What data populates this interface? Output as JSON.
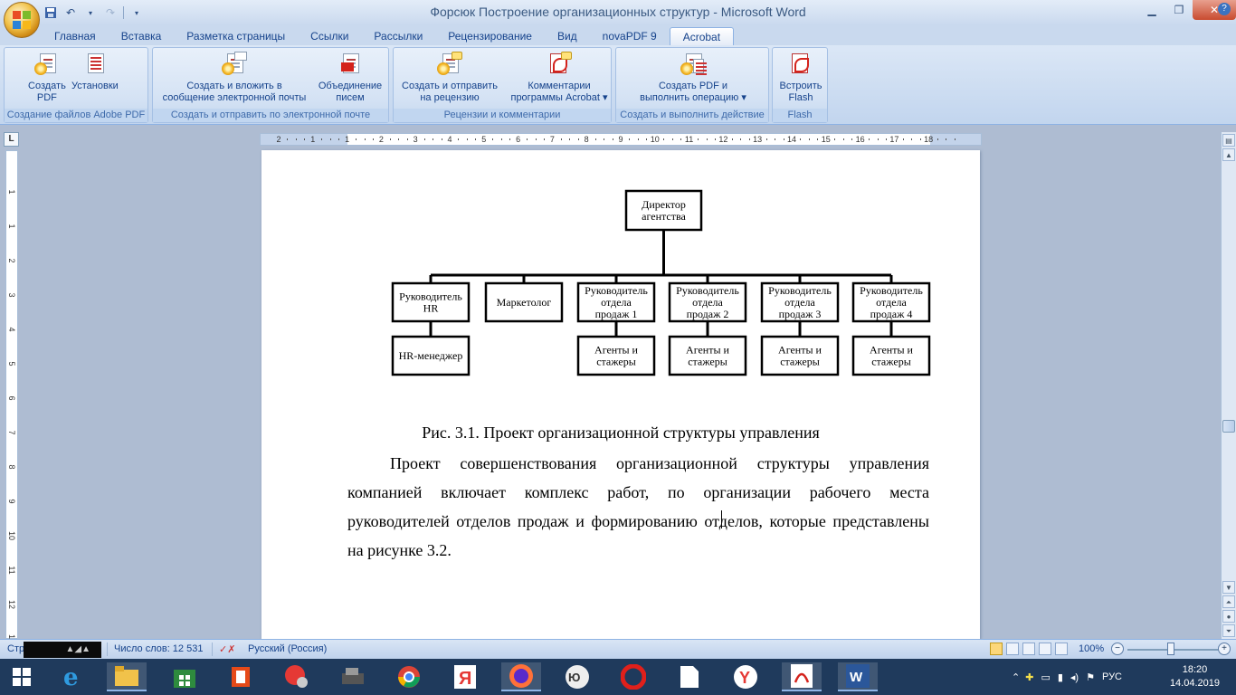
{
  "window": {
    "title": "Форсюк Построение организационных структур - Microsoft Word"
  },
  "tabs": [
    "Главная",
    "Вставка",
    "Разметка страницы",
    "Ссылки",
    "Рассылки",
    "Рецензирование",
    "Вид",
    "novaPDF 9",
    "Acrobat"
  ],
  "active_tab": "Acrobat",
  "ribbon": {
    "groups": [
      {
        "label": "Создание файлов Adobe PDF",
        "buttons": [
          {
            "line1": "Создать",
            "line2": "PDF"
          },
          {
            "line1": "Установки",
            "line2": ""
          }
        ]
      },
      {
        "label": "Создать и отправить по электронной почте",
        "buttons": [
          {
            "line1": "Создать и вложить в",
            "line2": "сообщение электронной почты"
          },
          {
            "line1": "Объединение",
            "line2": "писем"
          }
        ]
      },
      {
        "label": "Рецензии и комментарии",
        "buttons": [
          {
            "line1": "Создать и отправить",
            "line2": "на рецензию"
          },
          {
            "line1": "Комментарии",
            "line2": "программы Acrobat ▾"
          }
        ]
      },
      {
        "label": "Создать и выполнить действие",
        "buttons": [
          {
            "line1": "Создать PDF и",
            "line2": "выполнить операцию ▾"
          }
        ]
      },
      {
        "label": "Flash",
        "buttons": [
          {
            "line1": "Встроить",
            "line2": "Flash"
          }
        ]
      }
    ]
  },
  "ruler": {
    "ticks": [
      "2",
      "1",
      "1",
      "2",
      "3",
      "4",
      "5",
      "6",
      "7",
      "8",
      "9",
      "10",
      "11",
      "12",
      "13",
      "14",
      "15",
      "16",
      "17",
      "18"
    ],
    "corner": "L",
    "vticks": [
      "1",
      "1",
      "2",
      "3",
      "4",
      "5",
      "6",
      "7",
      "8",
      "9",
      "10",
      "11",
      "12",
      "13"
    ]
  },
  "document": {
    "org_chart": {
      "director": [
        "Директор",
        "агентства"
      ],
      "level2": [
        [
          "Руководитель",
          "HR"
        ],
        [
          "Маркетолог"
        ],
        [
          "Руководитель",
          "отдела",
          "продаж 1"
        ],
        [
          "Руководитель",
          "отдела",
          "продаж 2"
        ],
        [
          "Руководитель",
          "отдела",
          "продаж 3"
        ],
        [
          "Руководитель",
          "отдела",
          "продаж 4"
        ]
      ],
      "level3": [
        [
          "HR-менеджер"
        ],
        [],
        [
          "Агенты и",
          "стажеры"
        ],
        [
          "Агенты и",
          "стажеры"
        ],
        [
          "Агенты и",
          "стажеры"
        ],
        [
          "Агенты и",
          "стажеры"
        ]
      ]
    },
    "caption": "Рис. 3.1. Проект организационной структуры управления",
    "paragraph": "Проект совершенствования организационной структуры управления компанией включает комплекс работ, по организации рабочего места руководителей отделов продаж и формированию отделов, которые представлены  на рисунке 3.2."
  },
  "statusbar": {
    "page_label": "Стр",
    "word_count": "Число слов: 12 531",
    "language": "Русский (Россия)",
    "zoom": "100%"
  },
  "taskbar": {
    "tray_lang": "РУС",
    "time": "18:20",
    "date": "14.04.2019"
  },
  "colors": {
    "ribbon_text": "#15428b",
    "taskbar": "#1f3a5c"
  }
}
